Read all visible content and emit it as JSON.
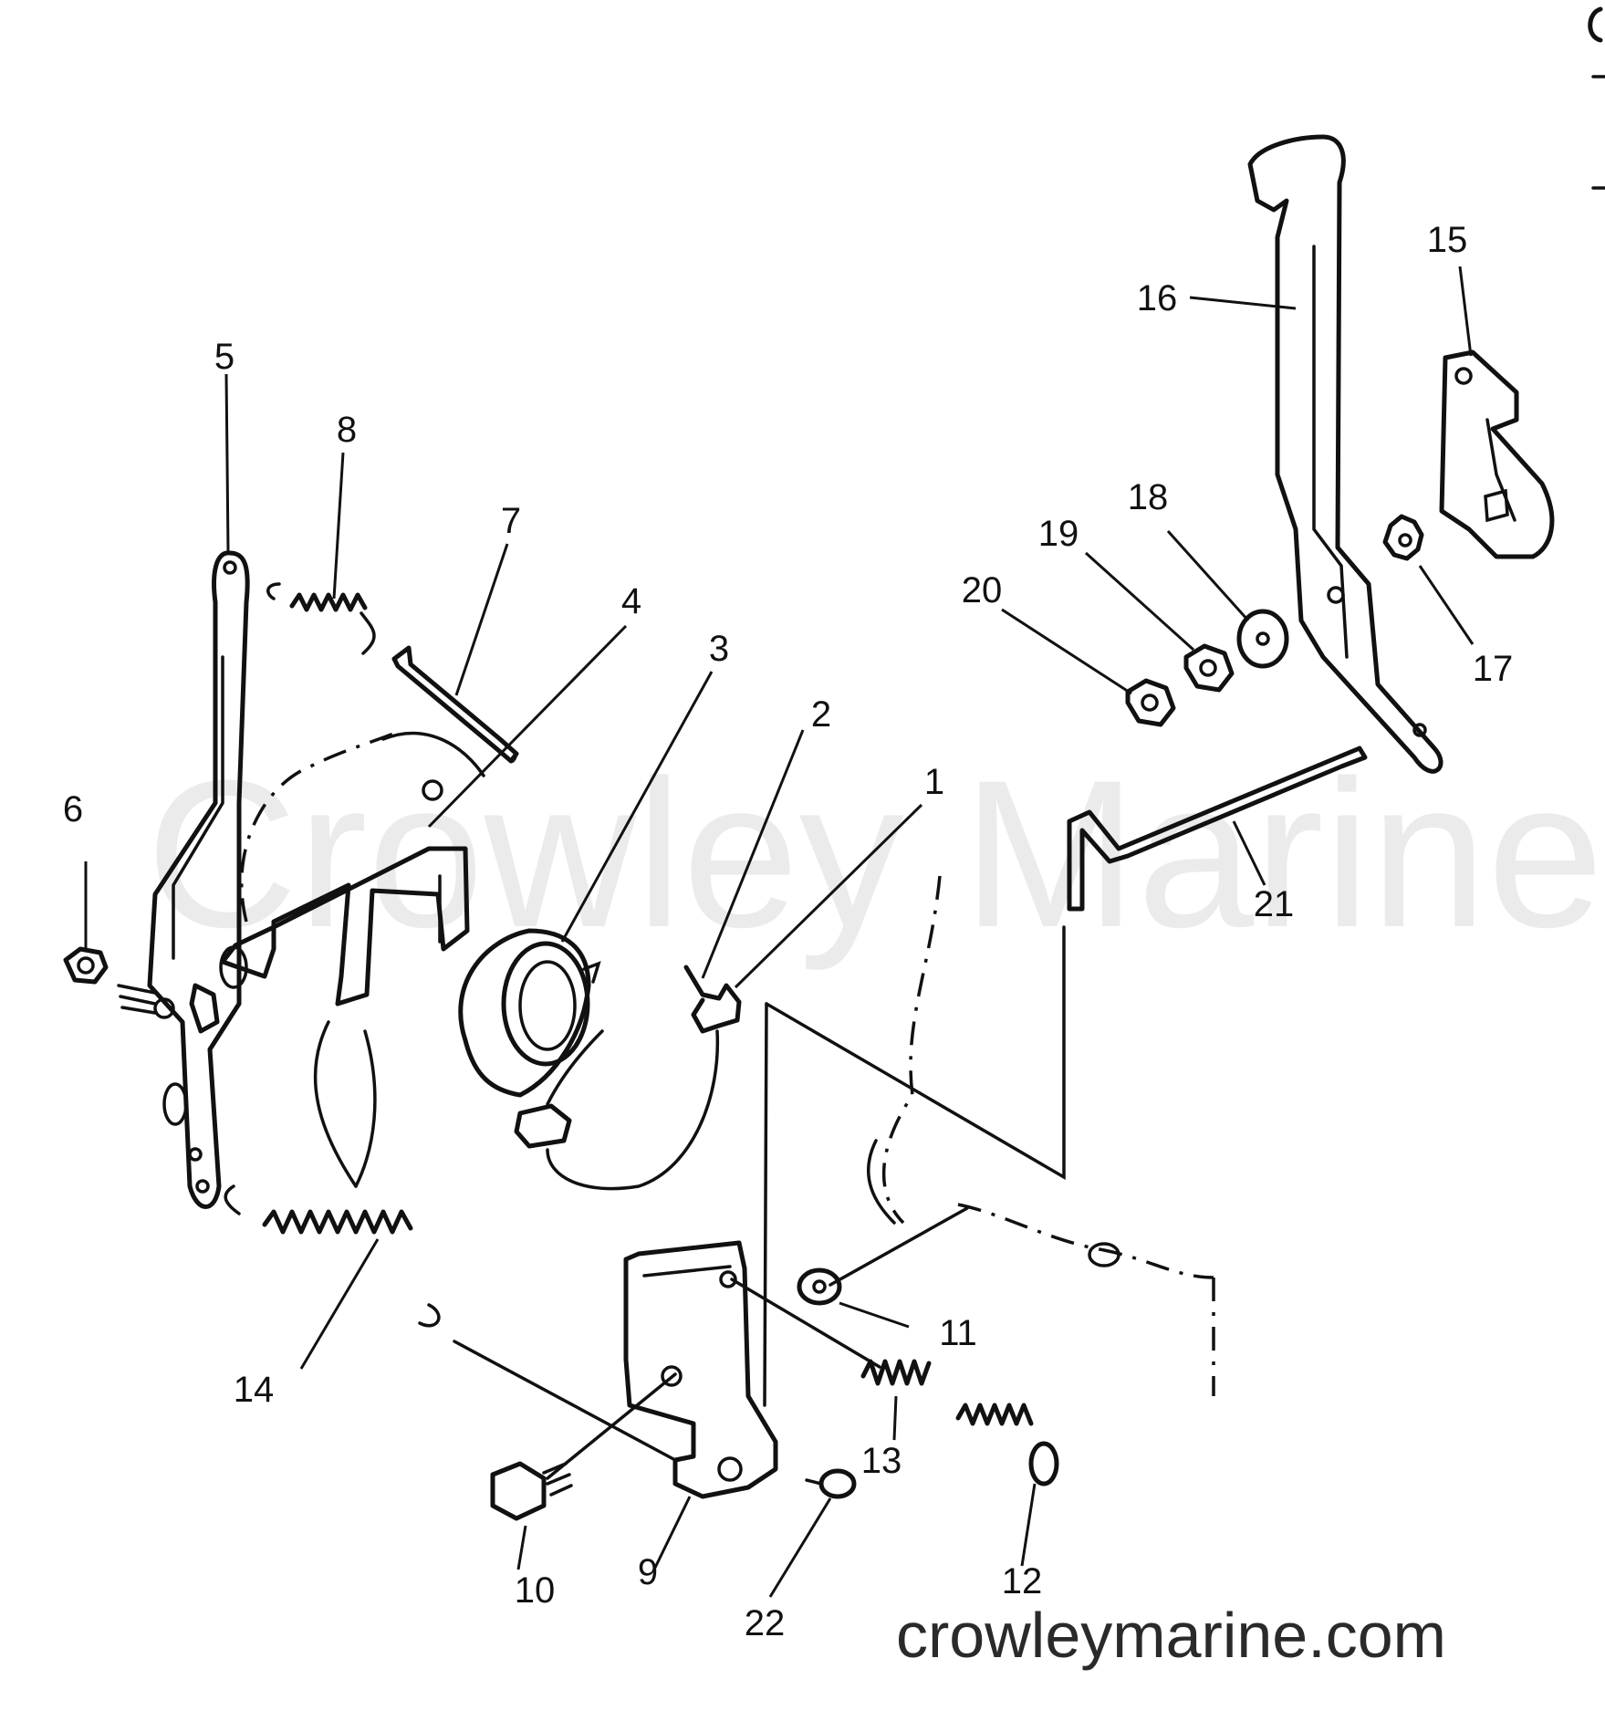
{
  "watermark": "Crowley Marine",
  "website": "crowleymarine.com",
  "callouts": [
    "1",
    "2",
    "3",
    "4",
    "5",
    "6",
    "7",
    "8",
    "9",
    "10",
    "11",
    "12",
    "13",
    "14",
    "15",
    "16",
    "17",
    "18",
    "19",
    "20",
    "21",
    "22"
  ]
}
